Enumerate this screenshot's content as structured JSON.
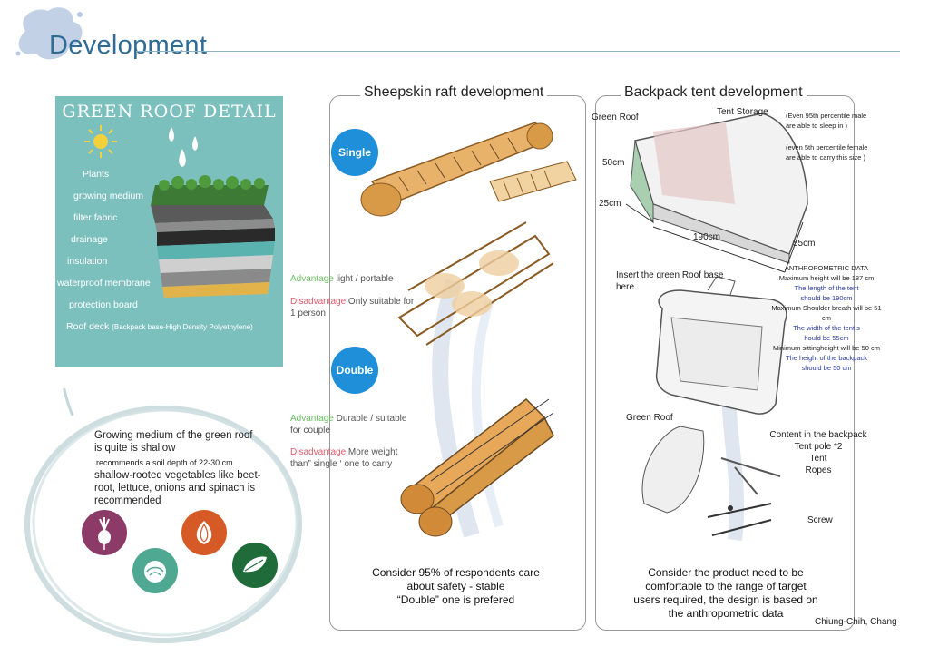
{
  "header": {
    "title": "Development"
  },
  "green_roof": {
    "title": "GREEN ROOF DETAIL",
    "labels": [
      "Plants",
      "growing medium",
      "filter fabric",
      "drainage",
      "insulation",
      "waterproof membrane",
      "protection board"
    ],
    "roof_deck_label": "Roof deck",
    "roof_deck_note": "(Backpack base-High Density Polyethylene)"
  },
  "soil": {
    "line1": "Growing medium of the green roof",
    "line2": "is quite is shallow",
    "line3": "recommends a soil depth of 22-30 cm",
    "line4": "shallow-rooted vegetables like beet-",
    "line5": "root, lettuce, onions and spinach is",
    "line6": "recommended"
  },
  "raft": {
    "title": "Sheepskin raft development",
    "single_label": "Single",
    "double_label": "Double",
    "advantage_word": "Advantage",
    "disadvantage_word": "Disadvantage",
    "single_adv": " light / portable",
    "single_dis": " Only suitable for",
    "single_dis2": "1 person",
    "double_adv": " Durable / suitable",
    "double_adv2": "for couple",
    "double_dis": " More weight",
    "double_dis2": "than” single ‘ one to carry",
    "conclusion1": "Consider 95% of respondents care",
    "conclusion2": "about safety - stable",
    "conclusion3": "“Double” one is prefered"
  },
  "tent": {
    "title": "Backpack tent development",
    "green_roof_label": "Green Roof",
    "tent_storage_label": "Tent Storage",
    "note_95_1": "(Even 95th percentile male",
    "note_95_2": "are able to sleep in )",
    "note_5_1": "(even 5th percentile female",
    "note_5_2": "are able to carry this size )",
    "dim_50": "50cm",
    "dim_25": "25cm",
    "dim_190": "190cm",
    "dim_55": "55cm",
    "insert_1": "Insert the green Roof base",
    "insert_2": "here",
    "anthro_title": "ANTHROPOMETRIC DATA",
    "anthro_1": "Maximum height will be 187 cm",
    "anthro_2": "The length of the tent",
    "anthro_3": "should be 190cm",
    "anthro_4": "Maximum Shoulder breath will be 51 cm",
    "anthro_5": "The width of the tent s",
    "anthro_6": "hould be 55cm",
    "anthro_7": "Minimum sittingheight will be  50 cm",
    "anthro_8": "The height of the backpack",
    "anthro_9": "should be 50 cm",
    "green_roof_label2": "Green Roof",
    "content_1": "Content in the backpack",
    "content_2": "Tent pole *2",
    "content_3": "Tent",
    "content_4": "Ropes",
    "screw_label": "Screw",
    "conclusion1": "Consider the product need to be",
    "conclusion2": "comfortable to the range of target",
    "conclusion3": "users required, the design is based on",
    "conclusion4": "the anthropometric data"
  },
  "signature": "Chiung-Chih, Chang",
  "colors": {
    "title_blue": "#2e6c95",
    "panel_teal": "#7cc0be",
    "dot_blue": "#1e8fd8",
    "advantage_green": "#6bbf60",
    "disadvantage_red": "#e05c6c",
    "anthro_blue": "#2a3aa0"
  }
}
